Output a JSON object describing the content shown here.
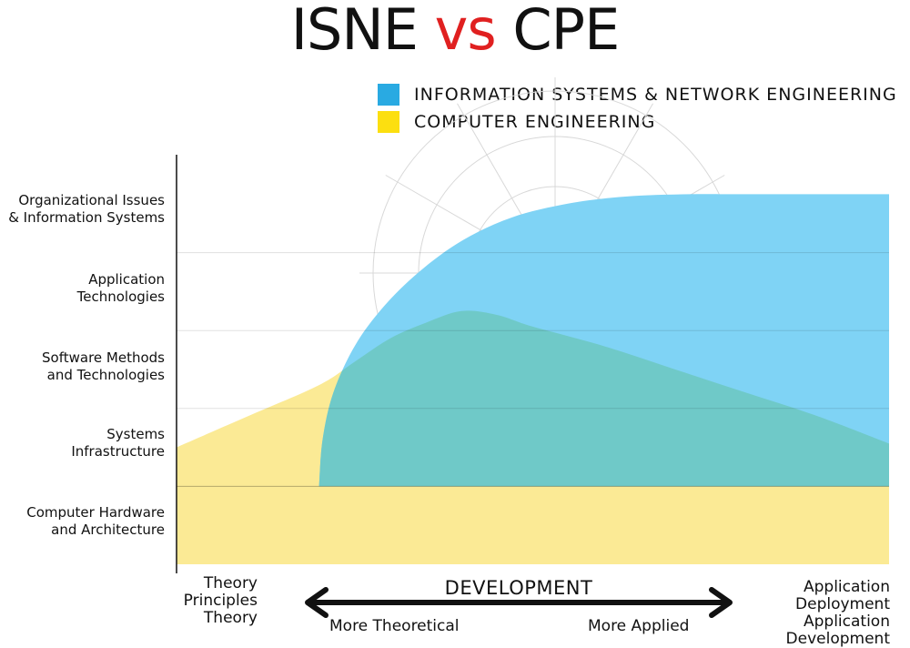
{
  "title": {
    "part1": "ISNE",
    "vs": "vs",
    "part2": "CPE"
  },
  "colors": {
    "isne": "#29aae2",
    "isne_fill": "#7fd3f5",
    "cpe": "#fcdf10",
    "cpe_fill": "#fbea95",
    "overlap": "#6fc9c8",
    "vs": "#e02020"
  },
  "chart_data": {
    "type": "area",
    "title": "ISNE vs CPE",
    "y_categories": [
      [
        "Computer Hardware",
        "and Architecture"
      ],
      [
        "Systems",
        "Infrastructure"
      ],
      [
        "Software Methods",
        "and Technologies"
      ],
      [
        "Application",
        "Technologies"
      ],
      [
        "Organizational Issues",
        "& Information Systems"
      ]
    ],
    "x_axis": {
      "left": [
        "Theory",
        "Principles",
        "Theory"
      ],
      "center": "DEVELOPMENT",
      "arrow_left": "More Theoretical",
      "arrow_right": "More Applied",
      "right": [
        "Application",
        "Deployment",
        "Application",
        "Development"
      ]
    },
    "xlim": [
      0,
      1
    ],
    "ylim": [
      0,
      5
    ],
    "series": [
      {
        "name": "INFORMATION SYSTEMS & NETWORK ENGINEERING",
        "color": "#7fd3f5",
        "x": [
          0.2,
          0.205,
          0.22,
          0.25,
          0.29,
          0.34,
          0.4,
          0.47,
          0.55,
          0.63,
          0.72,
          0.8,
          1.0
        ],
        "upper": [
          1.0,
          1.6,
          2.2,
          2.8,
          3.3,
          3.75,
          4.15,
          4.45,
          4.63,
          4.72,
          4.75,
          4.75,
          4.75
        ],
        "lower": [
          1.0,
          1.0,
          1.0,
          1.0,
          1.0,
          1.0,
          1.0,
          1.0,
          1.0,
          1.0,
          1.0,
          1.0,
          1.0
        ]
      },
      {
        "name": "COMPUTER ENGINEERING",
        "color": "#fbea95",
        "x": [
          0.0,
          0.1,
          0.2,
          0.25,
          0.3,
          0.35,
          0.4,
          0.45,
          0.5,
          0.6,
          0.7,
          0.8,
          0.9,
          1.0
        ],
        "upper": [
          1.5,
          1.9,
          2.3,
          2.6,
          2.9,
          3.1,
          3.25,
          3.2,
          3.05,
          2.8,
          2.5,
          2.2,
          1.9,
          1.55
        ],
        "lower": [
          0,
          0,
          0,
          0,
          0,
          0,
          0,
          0,
          0,
          0,
          0,
          0,
          0,
          0
        ]
      }
    ],
    "legend": "top-right",
    "grid": true
  }
}
